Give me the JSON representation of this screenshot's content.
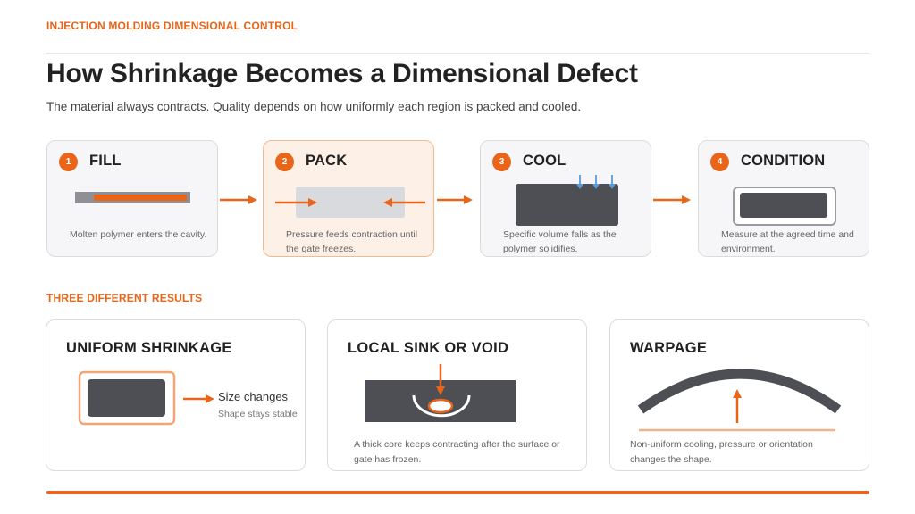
{
  "header": {
    "eyebrow": "INJECTION MOLDING DIMENSIONAL CONTROL",
    "title": "How Shrinkage Becomes a Dimensional Defect",
    "subtitle": "The material always contracts. Quality depends on how uniformly each region is packed and cooled."
  },
  "steps": [
    {
      "number": "1",
      "name": "FILL",
      "desc": "Molten polymer enters the cavity."
    },
    {
      "number": "2",
      "name": "PACK",
      "desc": "Pressure feeds contraction until the gate freezes."
    },
    {
      "number": "3",
      "name": "COOL",
      "desc": "Specific volume falls as the polymer solidifies."
    },
    {
      "number": "4",
      "name": "CONDITION",
      "desc": "Measure at the agreed time and environment."
    }
  ],
  "results_section": {
    "label": "THREE DIFFERENT RESULTS",
    "cards": [
      {
        "title": "UNIFORM SHRINKAGE",
        "desc": "",
        "size_label": "Size changes",
        "shape_label": "Shape stays stable"
      },
      {
        "title": "LOCAL SINK OR VOID",
        "desc": "A thick core keeps contracting after the surface or gate has frozen."
      },
      {
        "title": "WARPAGE",
        "desc": "Non-uniform cooling, pressure or orientation changes the shape."
      }
    ]
  },
  "colors": {
    "accent": "#e8651a",
    "dark_part": "#4d4f55",
    "light_part": "#d9dadd",
    "cool_blue": "#5b9bd5",
    "active_bg": "#fdf0e6"
  }
}
